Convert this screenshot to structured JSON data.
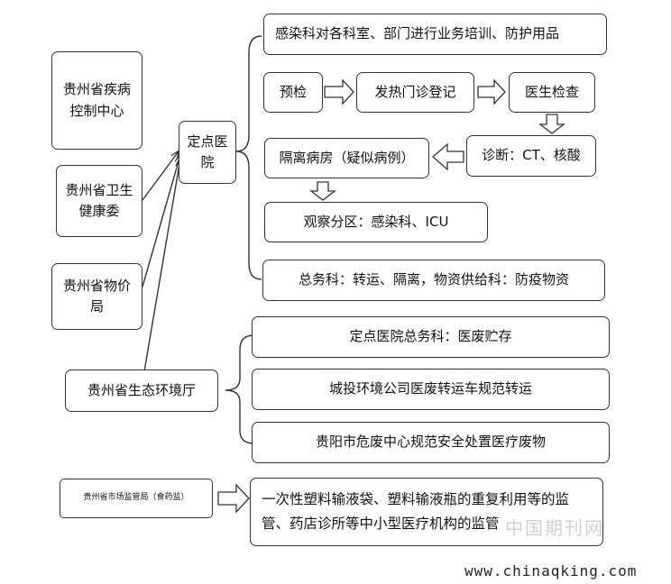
{
  "agencies": {
    "cdc": "贵州省疾病控制中心",
    "health": "贵州省卫生健康委",
    "price": "贵州省物价局",
    "eco": "贵州省生态环境厅",
    "market": "贵州省市场监管局（食药监）"
  },
  "hospital": "定点医院",
  "hospital_steps": {
    "training": "感染科对各科室、部门进行业务培训、防护用品",
    "precheck": "预检",
    "fever_clinic": "发热门诊登记",
    "doctor_exam": "医生检查",
    "diagnosis": "诊断：CT、核酸",
    "isolation": "隔离病房（疑似病例）",
    "observation": "观察分区：感染科、ICU",
    "logistics": "总务科：转运、隔离，物资供给科：防疫物资"
  },
  "waste_steps": {
    "storage": "定点医院总务科：医废贮存",
    "transport": "城投环境公司医废转运车规范转运",
    "disposal": "贵阳市危废中心规范安全处置医疗废物"
  },
  "market_task": "一次性塑料输液袋、塑料输液瓶的重复利用等的监管、药店诊所等中小型医疗机构的监管",
  "watermark": "中国期刊网",
  "site_url": "www.chinaqking.com",
  "colors": {
    "border": "#333333",
    "text": "#111111",
    "watermark": "#cfcfcf"
  }
}
